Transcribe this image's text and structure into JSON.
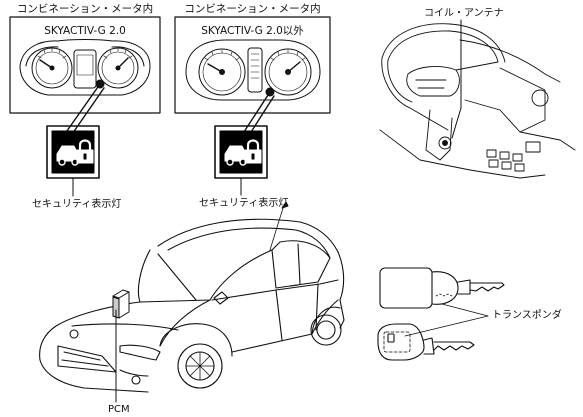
{
  "cluster_left": {
    "header": "コンビネーション・メータ内",
    "title": "SKYACTIV-G 2.0"
  },
  "cluster_right": {
    "header": "コンビネーション・メータ内",
    "title": "SKYACTIV-G 2.0以外"
  },
  "labels": {
    "security_light_left": "セキュリティ表示灯",
    "security_light_right": "セキュリティ表示灯",
    "coil_antenna": "コイル・アンテナ",
    "transponder": "トランスポンダ",
    "pcm": "PCM"
  },
  "icons": {
    "security_indicator": "car-lock-icon"
  },
  "colors": {
    "line": "#111111",
    "indicator_background": "#000000",
    "indicator_symbol": "#ffffff"
  }
}
